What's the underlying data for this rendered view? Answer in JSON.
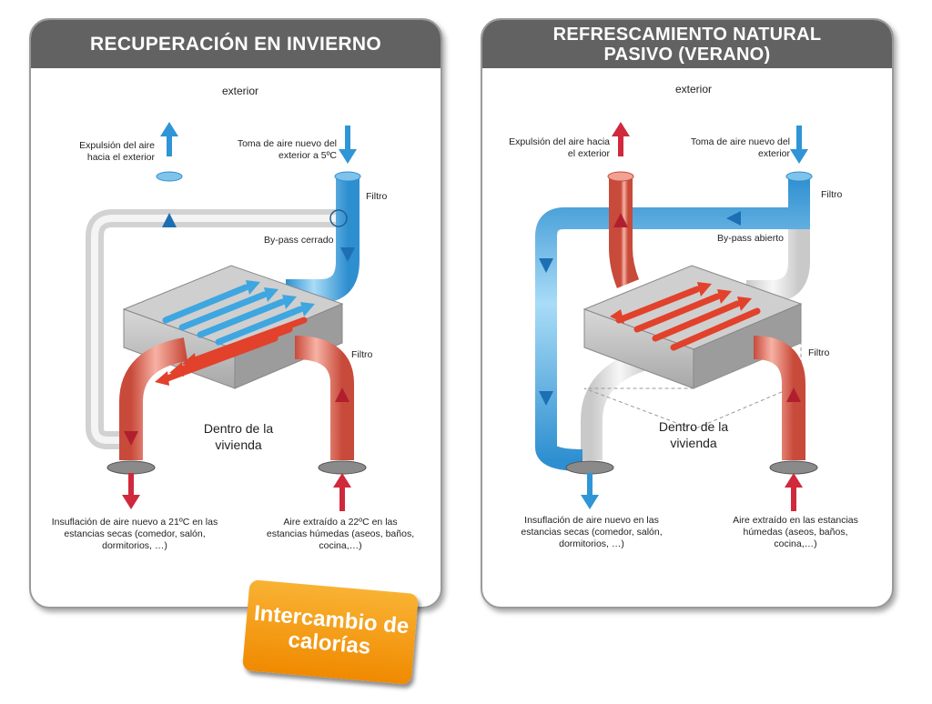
{
  "left": {
    "title": "RECUPERACIÓN EN INVIERNO",
    "exterior": "exterior",
    "expulsion": "Expulsión del aire hacia el exterior",
    "toma": "Toma de aire nuevo del exterior a 5ºC",
    "filtro_top": "Filtro",
    "bypass": "By-pass cerrado",
    "filtro_mid": "Filtro",
    "dentro": "Dentro de la vivienda",
    "insuflacion": "Insuflación de aire nuevo a 21ºC en las estancias secas (comedor, salón, dormitorios, …)",
    "extraido": "Aire extraído a 22ºC en las estancias húmedas (aseos, baños, cocina,…)"
  },
  "right": {
    "title": "REFRESCAMIENTO NATURAL PASIVO (VERANO)",
    "exterior": "exterior",
    "expulsion": "Expulsión del aire hacia el exterior",
    "toma": "Toma de aire nuevo del exterior",
    "filtro_top": "Filtro",
    "bypass": "By-pass abierto",
    "filtro_mid": "Filtro",
    "dentro": "Dentro de la vivienda",
    "insuflacion": "Insuflación de aire nuevo en las estancias secas (comedor, salón, dormitorios, …)",
    "extraido": "Aire extraído en las estancias húmedas (aseos, baños, cocina,…)"
  },
  "badge": "Intercambio de calorías",
  "colors": {
    "cold": "#3ea6e0",
    "hot": "#e2412b",
    "header": "#626262",
    "badge": "#f39200"
  }
}
